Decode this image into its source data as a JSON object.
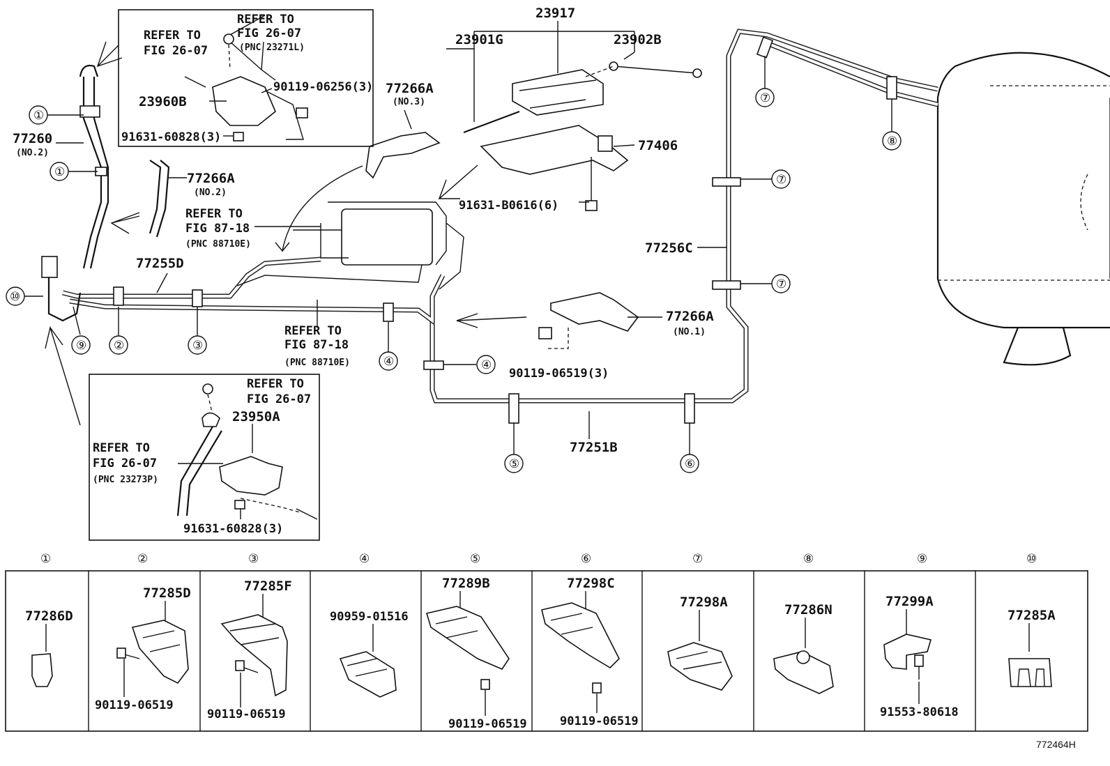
{
  "figure_id": "772464H",
  "labels": {
    "p77260": "77260",
    "p77260_sub": "(NO.2)",
    "p77266A_no2": "77266A",
    "p77266A_no2_sub": "(NO.2)",
    "p77266A_no3": "77266A",
    "p77266A_no3_sub": "(NO.3)",
    "p77266A_no1": "77266A",
    "p77266A_no1_sub": "(NO.1)",
    "p77255D": "77255D",
    "p23917": "23917",
    "p23901G": "23901G",
    "p23902B": "23902B",
    "p77406": "77406",
    "p91631B0616": "91631-B0616(6)",
    "p77256C": "77256C",
    "p77251B": "77251B",
    "p90119_06519_3": "90119-06519(3)",
    "p23960B": "23960B",
    "p90119_06256_3": "90119-06256(3)",
    "p91631_60828_3a": "91631-60828(3)",
    "p23950A": "23950A",
    "p91631_60828_3b": "91631-60828(3)",
    "refer_to": "REFER TO",
    "fig_26_07": "FIG 26-07",
    "fig_87_18": "FIG 87-18",
    "pnc_23271L": "(PNC 23271L)",
    "pnc_88710E": "(PNC 88710E)",
    "pnc_23273P": "(PNC 23273P)"
  },
  "callouts": [
    "①",
    "②",
    "③",
    "④",
    "⑤",
    "⑥",
    "⑦",
    "⑧",
    "⑨",
    "⑩"
  ],
  "parts_table": [
    {
      "num": "①",
      "part": "77286D",
      "bolt": ""
    },
    {
      "num": "②",
      "part": "77285D",
      "bolt": "90119-06519"
    },
    {
      "num": "③",
      "part": "77285F",
      "bolt": "90119-06519"
    },
    {
      "num": "④",
      "part": "90959-01516",
      "bolt": ""
    },
    {
      "num": "⑤",
      "part": "77289B",
      "bolt": "90119-06519"
    },
    {
      "num": "⑥",
      "part": "77298C",
      "bolt": "90119-06519"
    },
    {
      "num": "⑦",
      "part": "77298A",
      "bolt": ""
    },
    {
      "num": "⑧",
      "part": "77286N",
      "bolt": ""
    },
    {
      "num": "⑨",
      "part": "77299A",
      "bolt": "91553-80618"
    },
    {
      "num": "⑩",
      "part": "77285A",
      "bolt": ""
    }
  ]
}
